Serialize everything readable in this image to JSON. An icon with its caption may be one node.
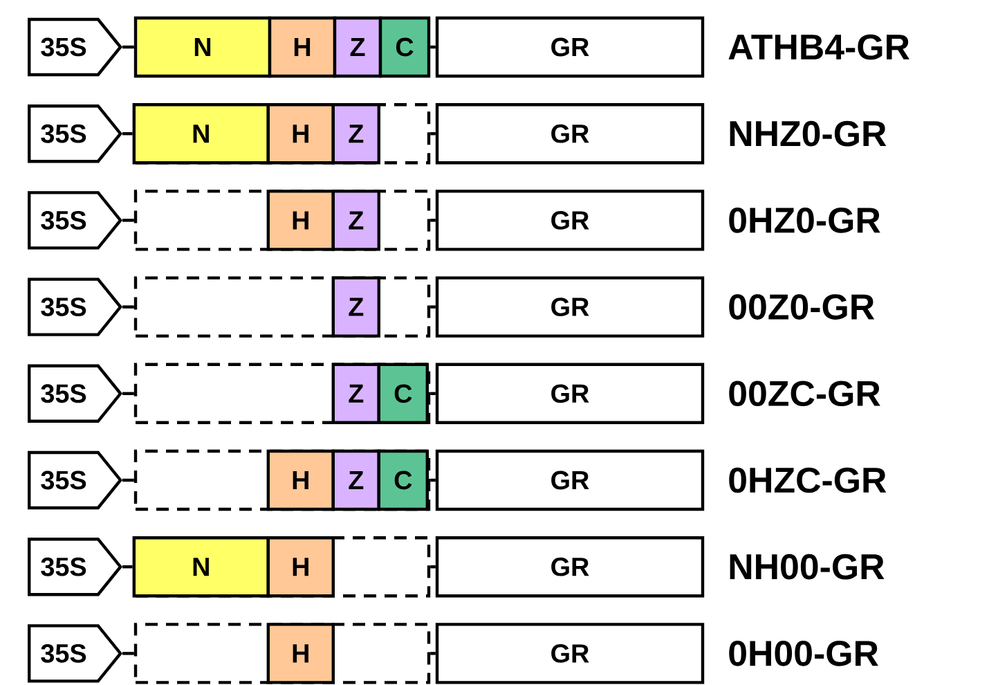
{
  "diagram": {
    "nodes": [
      {
        "text": [
          "35S"
        ]
      },
      {
        "text": [
          "N"
        ]
      },
      {
        "text": [
          "H"
        ]
      },
      {
        "text": [
          "Z"
        ]
      },
      {
        "text": [
          "C"
        ]
      },
      {
        "text": [
          "GR"
        ]
      },
      {
        "text": [
          "35S"
        ]
      },
      {
        "text": [],
        "shape": "box"
      },
      {
        "text": [
          "N"
        ],
        "in": 7
      },
      {
        "text": [
          "H"
        ],
        "in": 7
      },
      {
        "text": [
          "Z"
        ],
        "in": 7
      },
      {
        "text": [
          "GR"
        ]
      },
      {
        "text": [
          "35S"
        ]
      },
      {
        "text": [],
        "shape": "box"
      },
      {
        "text": [
          "H"
        ],
        "in": 13
      },
      {
        "text": [
          "Z"
        ],
        "in": 13
      },
      {
        "text": [
          "GR"
        ]
      },
      {
        "text": [
          "35S"
        ]
      },
      {
        "text": [],
        "shape": "box"
      },
      {
        "text": [
          "Z"
        ],
        "in": 18
      },
      {
        "text": [
          "GR"
        ]
      },
      {
        "text": [
          "35S"
        ]
      },
      {
        "text": [],
        "shape": "box"
      },
      {
        "text": [
          "Z"
        ],
        "in": 22
      },
      {
        "text": [
          "C"
        ],
        "in": 22
      },
      {
        "text": [
          "GR"
        ]
      },
      {
        "text": [
          "35S"
        ]
      },
      {
        "text": [],
        "shape": "box"
      },
      {
        "text": [
          "H"
        ],
        "in": 27
      },
      {
        "text": [
          "Z"
        ],
        "in": 27
      },
      {
        "text": [
          "C"
        ],
        "in": 27
      },
      {
        "text": [
          "GR"
        ]
      },
      {
        "text": [
          "35S"
        ]
      },
      {
        "text": [],
        "shape": "box"
      },
      {
        "text": [
          "N"
        ],
        "in": 33
      },
      {
        "text": [
          "H"
        ],
        "in": 33
      },
      {
        "text": [
          "GR"
        ]
      },
      {
        "text": [
          "35S"
        ]
      },
      {
        "text": [],
        "shape": "box"
      },
      {
        "text": [
          "H"
        ],
        "in": 38
      },
      {
        "text": [
          "GR"
        ]
      }
    ],
    "edges": [
      {
        "from": 0,
        "to": 1,
        "arrow": "none"
      },
      {
        "from": 4,
        "to": 5,
        "arrow": "none"
      },
      {
        "from": 6,
        "to": 8,
        "arrow": "none"
      },
      {
        "from": 7,
        "to": 11,
        "arrow": "none"
      },
      {
        "from": 12,
        "to": 13,
        "arrow": "none"
      },
      {
        "from": 13,
        "to": 16,
        "arrow": "none"
      },
      {
        "from": 17,
        "to": 18,
        "arrow": "none"
      },
      {
        "from": 18,
        "to": 20,
        "arrow": "none"
      },
      {
        "from": 21,
        "to": 22,
        "arrow": "none"
      },
      {
        "from": 22,
        "to": 25,
        "arrow": "none"
      },
      {
        "from": 26,
        "to": 27,
        "arrow": "none"
      },
      {
        "from": 27,
        "to": 31,
        "arrow": "none"
      },
      {
        "from": 32,
        "to": 34,
        "arrow": "none"
      },
      {
        "from": 33,
        "to": 36,
        "arrow": "none"
      },
      {
        "from": 37,
        "to": 38,
        "arrow": "none"
      },
      {
        "from": 38,
        "to": 40,
        "arrow": "none"
      }
    ],
    "labels": [
      "ATHB4-GR",
      "NHZ0-GR",
      "0HZ0-GR",
      "00Z0-GR",
      "00ZC-GR",
      "0HZC-GR",
      "NH00-GR",
      "0H00-GR"
    ]
  }
}
